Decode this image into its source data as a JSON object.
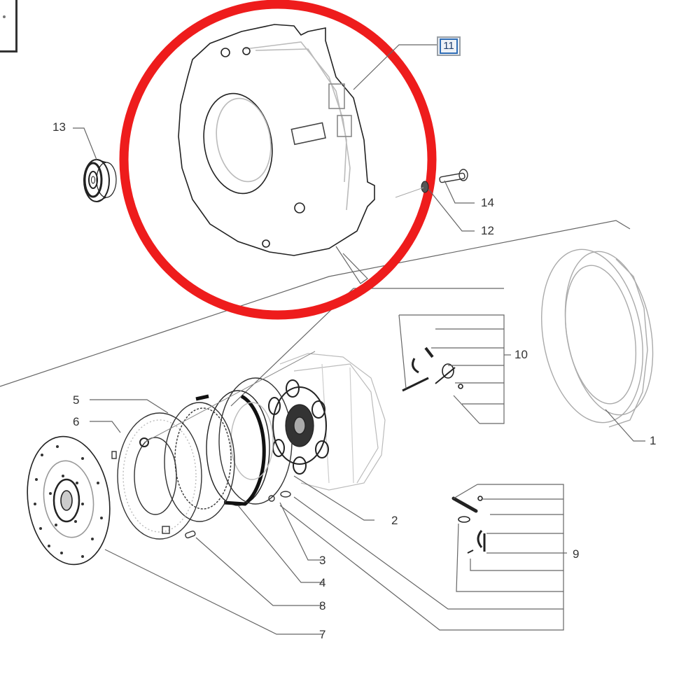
{
  "diagram": {
    "type": "exploded-parts-diagram",
    "subject": "clutch assembly",
    "highlight": {
      "shape": "circle",
      "color": "#ee1c1c",
      "target_part": "11"
    },
    "highlighted_label": "11",
    "callouts": [
      {
        "id": "c1",
        "label": "1"
      },
      {
        "id": "c2",
        "label": "2"
      },
      {
        "id": "c3",
        "label": "3"
      },
      {
        "id": "c4",
        "label": "4"
      },
      {
        "id": "c5",
        "label": "5"
      },
      {
        "id": "c6",
        "label": "6"
      },
      {
        "id": "c7",
        "label": "7"
      },
      {
        "id": "c8",
        "label": "8"
      },
      {
        "id": "c9",
        "label": "9"
      },
      {
        "id": "c10",
        "label": "10"
      },
      {
        "id": "c11",
        "label": "11"
      },
      {
        "id": "c12",
        "label": "12"
      },
      {
        "id": "c13",
        "label": "13"
      },
      {
        "id": "c14",
        "label": "14"
      }
    ],
    "colors": {
      "line": "#333333",
      "leader": "#555555",
      "faint": "#b5b5b5",
      "highlight": "#ee1c1c",
      "label_box_border": "#2f6db5"
    }
  }
}
